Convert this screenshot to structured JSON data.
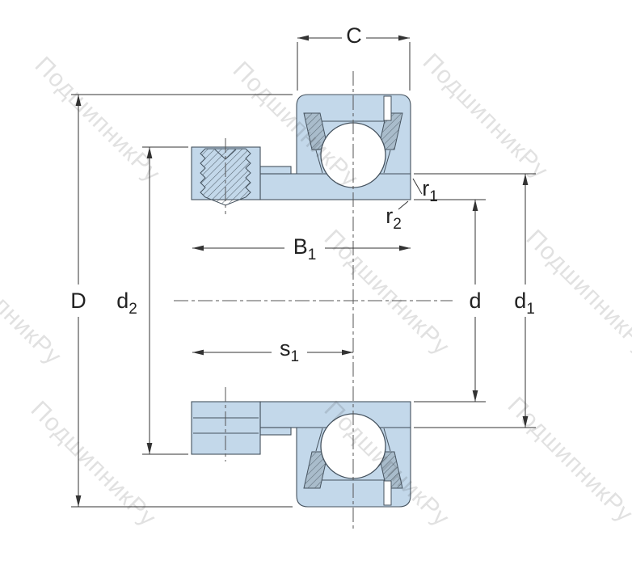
{
  "watermark": {
    "text": "ПодшипникРу"
  },
  "colors": {
    "part_fill": "#c3d8ea",
    "outline": "#45525e",
    "dim_line": "#333333",
    "watermark": "rgba(45,45,45,0.14)",
    "background": "#ffffff"
  },
  "labels": {
    "C": {
      "base": "C",
      "sub": ""
    },
    "D": {
      "base": "D",
      "sub": ""
    },
    "d2": {
      "base": "d",
      "sub": "2"
    },
    "B1": {
      "base": "B",
      "sub": "1"
    },
    "s1": {
      "base": "s",
      "sub": "1"
    },
    "r1": {
      "base": "r",
      "sub": "1"
    },
    "r2": {
      "base": "r",
      "sub": "2"
    },
    "d": {
      "base": "d",
      "sub": ""
    },
    "d1": {
      "base": "d",
      "sub": "1"
    }
  }
}
